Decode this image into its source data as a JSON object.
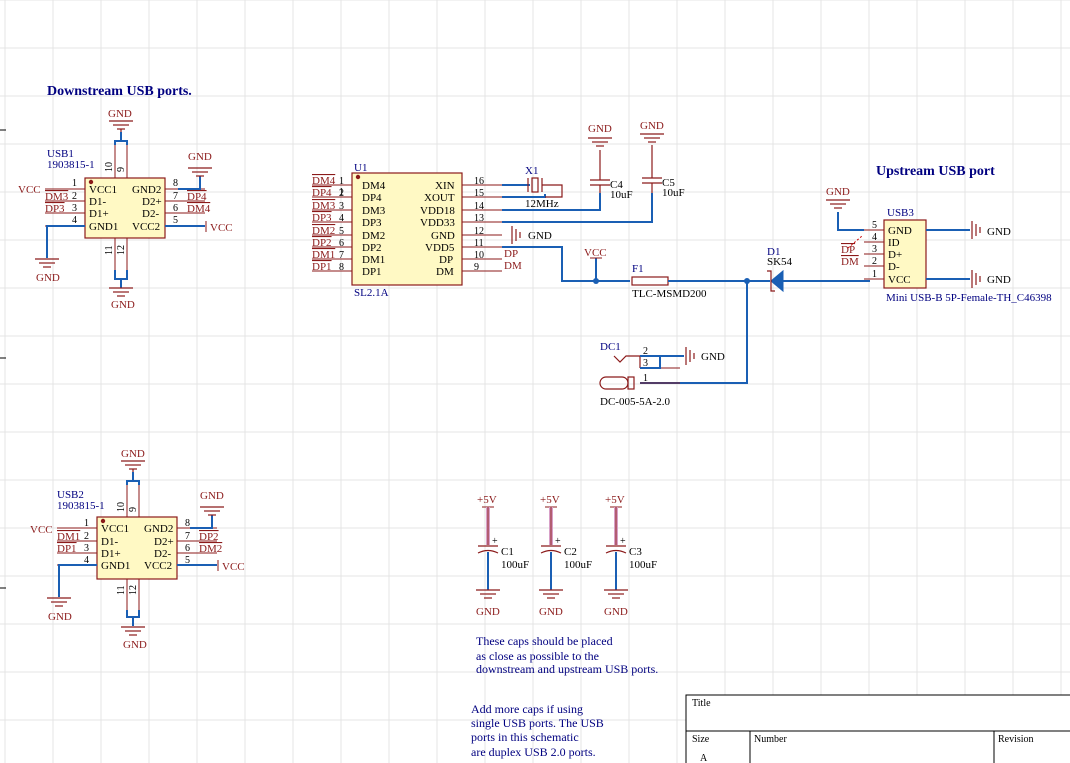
{
  "headings": {
    "downstream": "Downstream USB ports.",
    "upstream": "Upstream USB port"
  },
  "usb1": {
    "designator": "USB1",
    "part": "1903815-1",
    "left_pins": [
      {
        "name": "VCC1",
        "num": "1"
      },
      {
        "name": "D1-",
        "num": "2"
      },
      {
        "name": "D1+",
        "num": "3"
      },
      {
        "name": "GND1",
        "num": "4"
      }
    ],
    "right_pins": [
      {
        "name": "GND2",
        "num": "8"
      },
      {
        "name": "D2+",
        "num": "7"
      },
      {
        "name": "D2-",
        "num": "6"
      },
      {
        "name": "VCC2",
        "num": "5"
      }
    ],
    "top_pins": [
      "10",
      "9"
    ],
    "bottom_pins": [
      "11",
      "12"
    ],
    "nets": {
      "vcc_left": "VCC",
      "d1m": "DM3",
      "d1p": "DP3",
      "d2p": "DP4",
      "d2m": "DM4",
      "vcc_right": "VCC",
      "gnd_top": "GND",
      "gnd_right": "GND",
      "gnd_left": "GND",
      "gnd_bottom": "GND"
    }
  },
  "usb2": {
    "designator": "USB2",
    "part": "1903815-1",
    "left_pins": [
      {
        "name": "VCC1",
        "num": "1"
      },
      {
        "name": "D1-",
        "num": "2"
      },
      {
        "name": "D1+",
        "num": "3"
      },
      {
        "name": "GND1",
        "num": "4"
      }
    ],
    "right_pins": [
      {
        "name": "GND2",
        "num": "8"
      },
      {
        "name": "D2+",
        "num": "7"
      },
      {
        "name": "D2-",
        "num": "6"
      },
      {
        "name": "VCC2",
        "num": "5"
      }
    ],
    "top_pins": [
      "10",
      "9"
    ],
    "bottom_pins": [
      "11",
      "12"
    ],
    "nets": {
      "vcc_left": "VCC",
      "d1m": "DM1",
      "d1p": "DP1",
      "d2p": "DP2",
      "d2m": "DM2",
      "vcc_right": "VCC",
      "gnd_top": "GND",
      "gnd_right": "GND",
      "gnd_left": "GND",
      "gnd_bottom": "GND"
    }
  },
  "u1": {
    "designator": "U1",
    "part": "SL2.1A",
    "left_pins": [
      {
        "net": "DM4",
        "num": "1",
        "name": "DM4"
      },
      {
        "net": "DP4",
        "num": "2",
        "name": "DP4"
      },
      {
        "net": "DM3",
        "num": "3",
        "name": "DM3"
      },
      {
        "net": "DP3",
        "num": "4",
        "name": "DP3"
      },
      {
        "net": "DM2",
        "num": "5",
        "name": "DM2"
      },
      {
        "net": "DP2",
        "num": "6",
        "name": "DP2"
      },
      {
        "net": "DM1",
        "num": "7",
        "name": "DM1"
      },
      {
        "net": "DP1",
        "num": "8",
        "name": "DP1"
      }
    ],
    "right_pins": [
      {
        "name": "XIN",
        "num": "16"
      },
      {
        "name": "XOUT",
        "num": "15"
      },
      {
        "name": "VDD18",
        "num": "14"
      },
      {
        "name": "VDD33",
        "num": "13"
      },
      {
        "name": "GND",
        "num": "12"
      },
      {
        "name": "VDD5",
        "num": "11"
      },
      {
        "name": "DP",
        "num": "10"
      },
      {
        "name": "DM",
        "num": "9"
      }
    ],
    "nets": {
      "gnd": "GND",
      "dp": "DP",
      "dm": "DM"
    }
  },
  "x1": {
    "designator": "X1",
    "value": "12MHz"
  },
  "c4": {
    "designator": "C4",
    "value": "10uF",
    "gnd": "GND"
  },
  "c5": {
    "designator": "C5",
    "value": "10uF",
    "gnd": "GND"
  },
  "vcc_label": "VCC",
  "f1": {
    "designator": "F1",
    "value": "TLC-MSMD200"
  },
  "d1": {
    "designator": "D1",
    "value": "SK54"
  },
  "usb3": {
    "designator": "USB3",
    "part": "Mini USB-B 5P-Female-TH_C46398",
    "pins": [
      {
        "name": "GND",
        "num": "5"
      },
      {
        "name": "ID",
        "num": "4"
      },
      {
        "name": "D+",
        "num": "3"
      },
      {
        "name": "D-",
        "num": "2"
      },
      {
        "name": "VCC",
        "num": "1"
      }
    ],
    "nets": {
      "gnd_top": "GND",
      "dp": "DP",
      "dm": "DM",
      "gnd_right_top": "GND",
      "gnd_right_bottom": "GND"
    }
  },
  "dc1": {
    "designator": "DC1",
    "part": "DC-005-5A-2.0",
    "pins": [
      "2",
      "3",
      "1"
    ],
    "gnd": "GND"
  },
  "caps": [
    {
      "designator": "C1",
      "value": "100uF",
      "rail": "+5V",
      "gnd": "GND"
    },
    {
      "designator": "C2",
      "value": "100uF",
      "rail": "+5V",
      "gnd": "GND"
    },
    {
      "designator": "C3",
      "value": "100uF",
      "rail": "+5V",
      "gnd": "GND"
    }
  ],
  "notes": {
    "caps_note": [
      "These caps should be placed",
      "as close as possible to the",
      "downstream and upstream USB ports."
    ],
    "duplex_note": [
      "Add more caps if using",
      "single USB ports. The USB",
      "ports in this schematic",
      "are duplex USB 2.0 ports."
    ]
  },
  "title_block": {
    "title_label": "Title",
    "size_label": "Size",
    "size_value": "A",
    "number_label": "Number",
    "revision_label": "Revision"
  },
  "colors": {
    "wire": "#1a5fb4",
    "pin": "#8b1a1a",
    "body": "#fff9c4",
    "text_blue": "#000080",
    "grid": "#e4e4e4"
  }
}
